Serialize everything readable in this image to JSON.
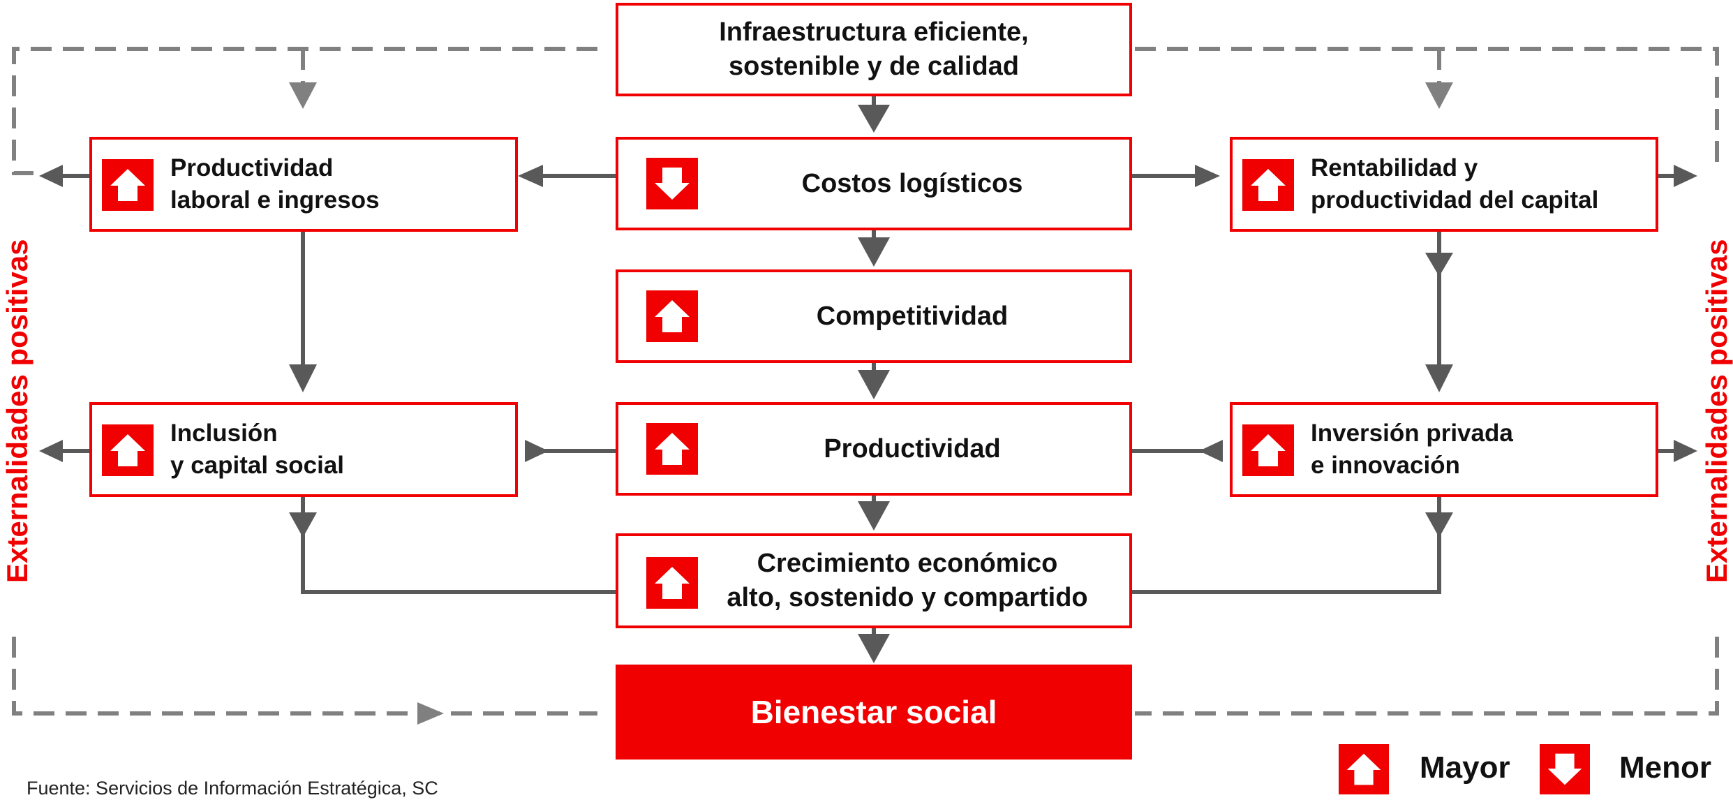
{
  "colors": {
    "accent": "#f00000",
    "connector": "#595959",
    "dashed": "#808080"
  },
  "boxes": {
    "infra": {
      "label": "Infraestructura eficiente,\nsostenible y de calidad"
    },
    "costos": {
      "label": "Costos logísticos",
      "trend": "down"
    },
    "competitividad": {
      "label": "Competitividad",
      "trend": "up"
    },
    "productividad": {
      "label": "Productividad",
      "trend": "up"
    },
    "crecimiento": {
      "label": "Crecimiento económico\nalto, sostenido y compartido",
      "trend": "up"
    },
    "bienestar": {
      "label": "Bienestar social"
    },
    "prod_laboral": {
      "label": "Productividad\nlaboral e ingresos",
      "trend": "up"
    },
    "inclusion": {
      "label": "Inclusión\ny capital social",
      "trend": "up"
    },
    "rentabilidad": {
      "label": "Rentabilidad y\nproductividad del capital",
      "trend": "up"
    },
    "inversion": {
      "label": "Inversión privada\ne innovación",
      "trend": "up"
    }
  },
  "side_labels": {
    "left": "Externalidades positivas",
    "right": "Externalidades positivas"
  },
  "legend": {
    "mayor": "Mayor",
    "menor": "Menor"
  },
  "source": "Fuente: Servicios de Información Estratégica, SC"
}
